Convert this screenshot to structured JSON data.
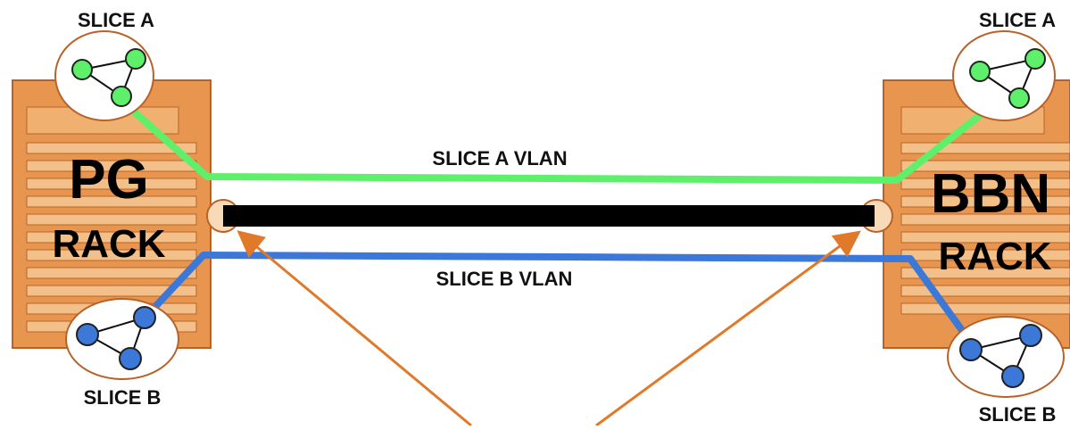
{
  "racks": {
    "left": {
      "name": "PG",
      "kind": "RACK"
    },
    "right": {
      "name": "BBN",
      "kind": "RACK"
    }
  },
  "slices": {
    "left_a": "SLICE A",
    "left_b": "SLICE B",
    "right_a": "SLICE A",
    "right_b": "SLICE B"
  },
  "vlans": {
    "a": "SLICE A VLAN",
    "b": "SLICE B VLAN"
  },
  "colors": {
    "rack": "#e8964f",
    "rack_dark": "#b8622a",
    "slice_a": "#5ef06a",
    "slice_b": "#3b78d8",
    "trunk": "#000000",
    "arrow": "#e07a2a"
  }
}
